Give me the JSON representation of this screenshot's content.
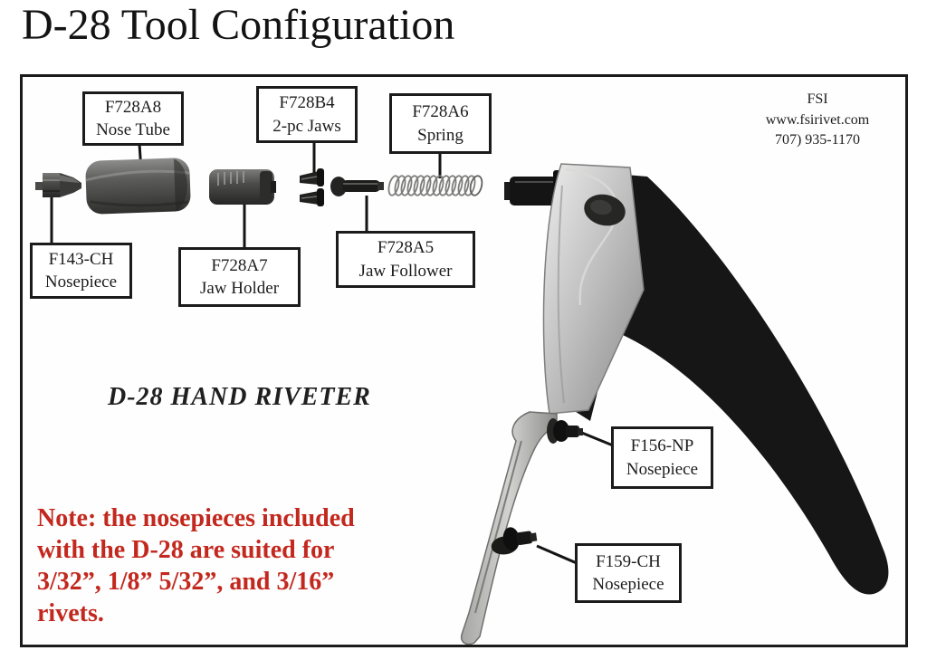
{
  "page": {
    "title": "D-28 Tool Configuration"
  },
  "contact": {
    "company": "FSI",
    "website": "www.fsirivet.com",
    "phone": "707) 935-1170"
  },
  "diagram": {
    "caption": "D-28 HAND RIVETER",
    "note_lines": [
      "Note: the nosepieces included",
      "with the D-28 are suited for",
      "3/32”, 1/8” 5/32”, and 3/16”",
      "rivets."
    ],
    "note_color": "#c3281e",
    "labels": {
      "nose_tube": {
        "part": "F728A8",
        "name": "Nose Tube"
      },
      "jaws": {
        "part": "F728B4",
        "name": "2-pc Jaws"
      },
      "spring": {
        "part": "F728A6",
        "name": "Spring"
      },
      "nosepiece_143": {
        "part": "F143-CH",
        "name": "Nosepiece"
      },
      "jaw_holder": {
        "part": "F728A7",
        "name": "Jaw Holder"
      },
      "jaw_follower": {
        "part": "F728A5",
        "name": "Jaw Follower"
      },
      "nosepiece_156": {
        "part": "F156-NP",
        "name": "Nosepiece"
      },
      "nosepiece_159": {
        "part": "F159-CH",
        "name": "Nosepiece"
      }
    }
  }
}
